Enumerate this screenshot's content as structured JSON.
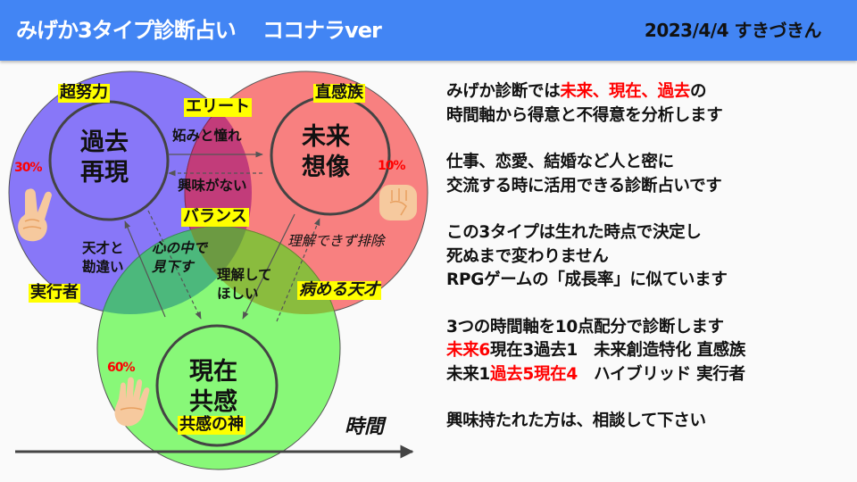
{
  "header": {
    "title": "みげか3タイプ診断占い　 ココナラver",
    "date_author": "2023/4/4 すきづきん",
    "background_color": "#4285f4"
  },
  "diagram": {
    "circles": {
      "past": {
        "inner_line1": "過去",
        "inner_line2": "再現",
        "tag": "超努力",
        "percent": "30%",
        "hand_icon": "peace-sign-hand",
        "color": "#8877f8"
      },
      "future": {
        "inner_line1": "未来",
        "inner_line2": "想像",
        "tag": "直感族",
        "percent": "10%",
        "hand_icon": "fist-hand",
        "color": "#f88080"
      },
      "present": {
        "inner_line1": "現在",
        "inner_line2": "共感",
        "tag": "共感の神",
        "percent": "60%",
        "hand_icon": "open-palm-hand",
        "color": "#88f878"
      }
    },
    "overlap_labels": {
      "past_future": "エリート",
      "center": "バランス",
      "past_present": "実行者",
      "future_present": "病める天才"
    },
    "relations": {
      "past_to_future": "妬みと憧れ",
      "future_to_past": "興味がない",
      "past_to_present_line1": "天才と",
      "past_to_present_line2": "勘違い",
      "present_to_past_line1": "心の中で",
      "present_to_past_line2": "見下す",
      "future_to_present": "理解できず排除",
      "present_to_future_line1": "理解して",
      "present_to_future_line2": "ほしい"
    },
    "time_axis": {
      "label": "時間"
    }
  },
  "description": {
    "p1_l1_pre": "みげか診断では",
    "p1_l1_red": "未来、現在、過去",
    "p1_l1_post": "の",
    "p1_l2": "時間軸から得意と不得意を分析します",
    "p2_l1": "仕事、恋愛、結婚など人と密に",
    "p2_l2": "交流する時に活用できる診断占いです",
    "p3_l1": "この3タイプは生れた時点で決定し",
    "p3_l2": "死ぬまで変わりません",
    "p3_l3": "RPGゲームの「成長率」に似ています",
    "p4_l1": "3つの時間軸を10点配分で診断します",
    "p4_l2_red": "未来6",
    "p4_l2_post": "現在3過去1　未来創造特化 直感族",
    "p4_l3_pre": "未来1",
    "p4_l3_red": "過去5現在4",
    "p4_l3_post": "　ハイブリッド 実行者",
    "p5_l1": "興味持たれた方は、相談して下さい",
    "highlight_color": "#ff0000"
  }
}
